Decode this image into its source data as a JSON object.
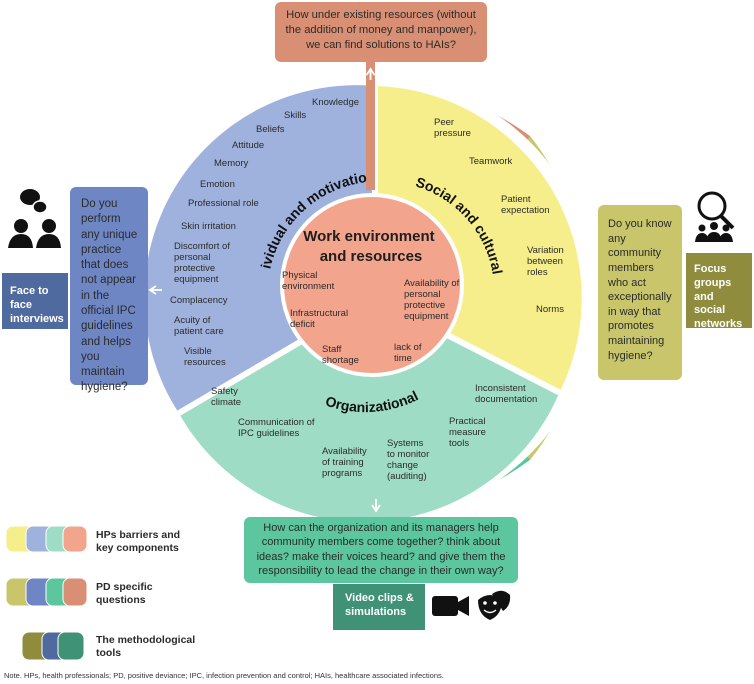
{
  "center": {
    "line1": "Work environment",
    "line2": "and resources"
  },
  "center_items": {
    "physical": [
      "Physical",
      "environment"
    ],
    "availability_ppe": [
      "Availability of",
      "personal",
      "protective",
      "equipment"
    ],
    "infrastructural": [
      "Infrastructural",
      "deficit"
    ],
    "staff": [
      "Staff",
      "shortage"
    ],
    "lack": [
      "lack of",
      "time"
    ]
  },
  "sections": {
    "individual": {
      "title": "Individual and motivational",
      "items": {
        "knowledge": [
          "Knowledge"
        ],
        "skills": [
          "Skills"
        ],
        "beliefs": [
          "Beliefs"
        ],
        "attitude": [
          "Attitude"
        ],
        "memory": [
          "Memory"
        ],
        "emotion": [
          "Emotion"
        ],
        "professional_role": [
          "Professional role"
        ],
        "skin_irritation": [
          "Skin irritation"
        ],
        "discomfort": [
          "Discomfort of",
          "personal",
          "protective",
          "equipment"
        ],
        "complacency": [
          "Complacency"
        ],
        "acuity": [
          "Acuity of",
          "patient care"
        ],
        "visible": [
          "Visible",
          "resources"
        ]
      }
    },
    "social": {
      "title": "Social and cultural",
      "items": {
        "peer": [
          "Peer",
          "pressure"
        ],
        "teamwork": [
          "Teamwork"
        ],
        "patient": [
          "Patient",
          "expectation"
        ],
        "variation": [
          "Variation",
          "between",
          "roles"
        ],
        "norms": [
          "Norms"
        ]
      }
    },
    "organizational": {
      "title": "Organizational",
      "items": {
        "safety": [
          "Safety",
          "climate"
        ],
        "communication": [
          "Communication of",
          "IPC guidelines"
        ],
        "training": [
          "Availability",
          "of training",
          "programs"
        ],
        "systems": [
          "Systems",
          "to monitor",
          "change",
          "(auditing)"
        ],
        "practical": [
          "Practical",
          "measure",
          "tools"
        ],
        "inconsistent": [
          "Inconsistent",
          "documentation"
        ]
      }
    }
  },
  "questions": {
    "top": "How under existing resources (without the addition of money and manpower), we can find solutions to HAIs?",
    "left": "Do you perform any unique practice that does not appear in the official IPC guidelines and helps you maintain hygiene?",
    "right": "Do you know any community members who act exceptionally in way that promotes maintaining hygiene?",
    "bottom": "How can the organization and its managers help community members come together? think about ideas? make their voices heard? and give them the responsibility to lead the change in their own way?"
  },
  "tools": {
    "left": "Face to face interviews",
    "right": "Focus groups and social networks",
    "bottom": "Video clips & simulations"
  },
  "icons": {
    "left": "people-talking-icon",
    "right": "magnifier-group-icon",
    "bottom": "video-camera-icon",
    "bottom2": "theater-masks-icon"
  },
  "legend": [
    {
      "label": "HPs barriers and key components"
    },
    {
      "label": "PD specific questions"
    },
    {
      "label": "The methodological tools"
    }
  ],
  "note": "Note. HPs, health professionals; PD, positive deviance; IPC, infection prevention and control; HAIs, healthcare associated infections.",
  "colors": {
    "outer_top": "#d98f73",
    "outer_left": "#6e86c4",
    "outer_right": "#c8c56a",
    "outer_bottom": "#5cc79f",
    "quad_individual": "#9fb1dd",
    "quad_social": "#f6ee8a",
    "quad_org": "#9fdcc6",
    "center": "#f3a48d",
    "tool_left": "#4f6a9f",
    "tool_right": "#8f8c3e",
    "tool_bottom": "#3f9275"
  }
}
